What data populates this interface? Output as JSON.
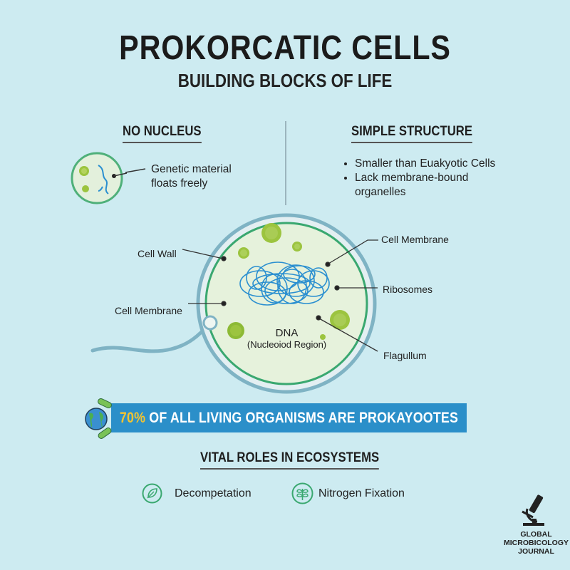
{
  "header": {
    "title": "PROKORCATIC CELLS",
    "subtitle": "BUILDING BLOCKS OF LIFE"
  },
  "no_nucleus": {
    "heading": "NO NUCLEUS",
    "description_line1": "Genetic material",
    "description_line2": "floats freely",
    "icon": "mini-cell-icon"
  },
  "simple_structure": {
    "heading": "SIMPLE STRUCTURE",
    "bullets": [
      "Smaller than Euakyotic Cells",
      "Lack membrane-bound organelles"
    ],
    "bullet_2_line1": "Lack membrane-bound",
    "bullet_2_line2": "organelles"
  },
  "cell_diagram": {
    "labels": {
      "cell_wall": "Cell Wall",
      "cell_membrane_left": "Cell Membrane",
      "cell_membrane_right": "Cell Membrane",
      "ribosomes": "Ribosomes",
      "flagellum": "Flagullum",
      "dna": "DNA",
      "dna_sub": "(Nucleoiod Region)"
    },
    "colors": {
      "cell_wall": "#7fb3c4",
      "membrane": "#3aa870",
      "cytoplasm": "#e6f2dc",
      "ribosome": "#9cc43f",
      "dna": "#2a8fd0"
    }
  },
  "banner": {
    "percent": "70%",
    "text": " OF ALL LIVING ORGANISMS ARE PROKAYOOTES",
    "icon": "earth-bacteria-icon",
    "bg_color": "#2b8fc9",
    "accent_color": "#f4c430"
  },
  "roles": {
    "heading": "VITAL ROLES IN ECOSYSTEMS",
    "items": [
      {
        "label": "Decompetation",
        "icon": "leaf-icon"
      },
      {
        "label": "Nitrogen Fixation",
        "icon": "sprout-icon"
      }
    ]
  },
  "journal": {
    "line1": "GLOBAL",
    "line2": "MICROBICOLOGY",
    "line3": "JOURNAL",
    "icon": "microscope-icon"
  }
}
